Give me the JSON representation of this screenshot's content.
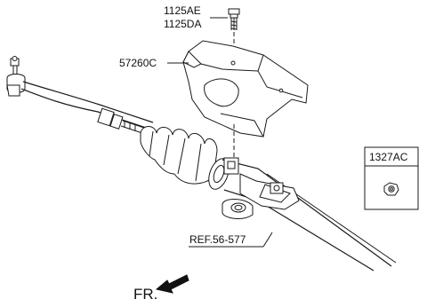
{
  "labels": {
    "bolt_code_a": "1125AE",
    "bolt_code_b": "1125DA",
    "shield": "57260C",
    "nut_box": "1327AC",
    "reference": "REF.56-577",
    "front": "FR."
  }
}
